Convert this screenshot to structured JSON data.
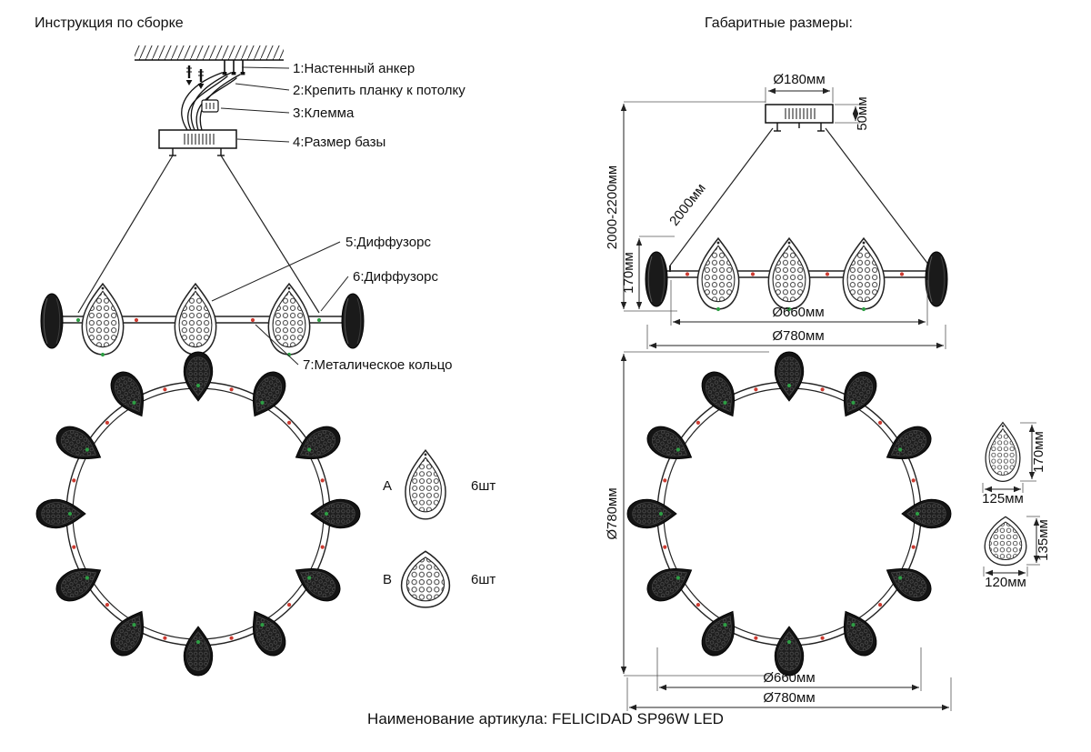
{
  "titles": {
    "left": "Инструкция по сборке",
    "right": "Габаритные размеры:"
  },
  "assembly": {
    "callouts": {
      "c1": "1:Настенный анкер",
      "c2": "2:Крепить планку к потолку",
      "c3": "3:Клемма",
      "c4": "4:Размер базы",
      "c5": "5:Диффузорс",
      "c6": "6:Диффузорс",
      "c7": "7:Металическое кольцо"
    },
    "parts": {
      "a_letter": "A",
      "a_qty": "6шт",
      "b_letter": "B",
      "b_qty": "6шт"
    }
  },
  "dims": {
    "base_diameter": "Ø180мм",
    "base_height": "50мм",
    "wire_length": "2000мм",
    "hang_height": "2000-2200мм",
    "ring_height": "170мм",
    "side_inner": "Ø660мм",
    "side_outer": "Ø780мм",
    "top_vertical": "Ø780мм",
    "top_inner": "Ø660мм",
    "top_outer": "Ø780мм",
    "diff_a_h": "170мм",
    "diff_a_w": "125мм",
    "diff_b_h": "135мм",
    "diff_b_w": "120мм"
  },
  "footer": {
    "article": "Наименование артикула: FELICIDAD SP96W LED"
  },
  "colors": {
    "accent_green": "#2e9e44",
    "accent_red": "#cc3a30",
    "ink": "#1a1a1a"
  }
}
